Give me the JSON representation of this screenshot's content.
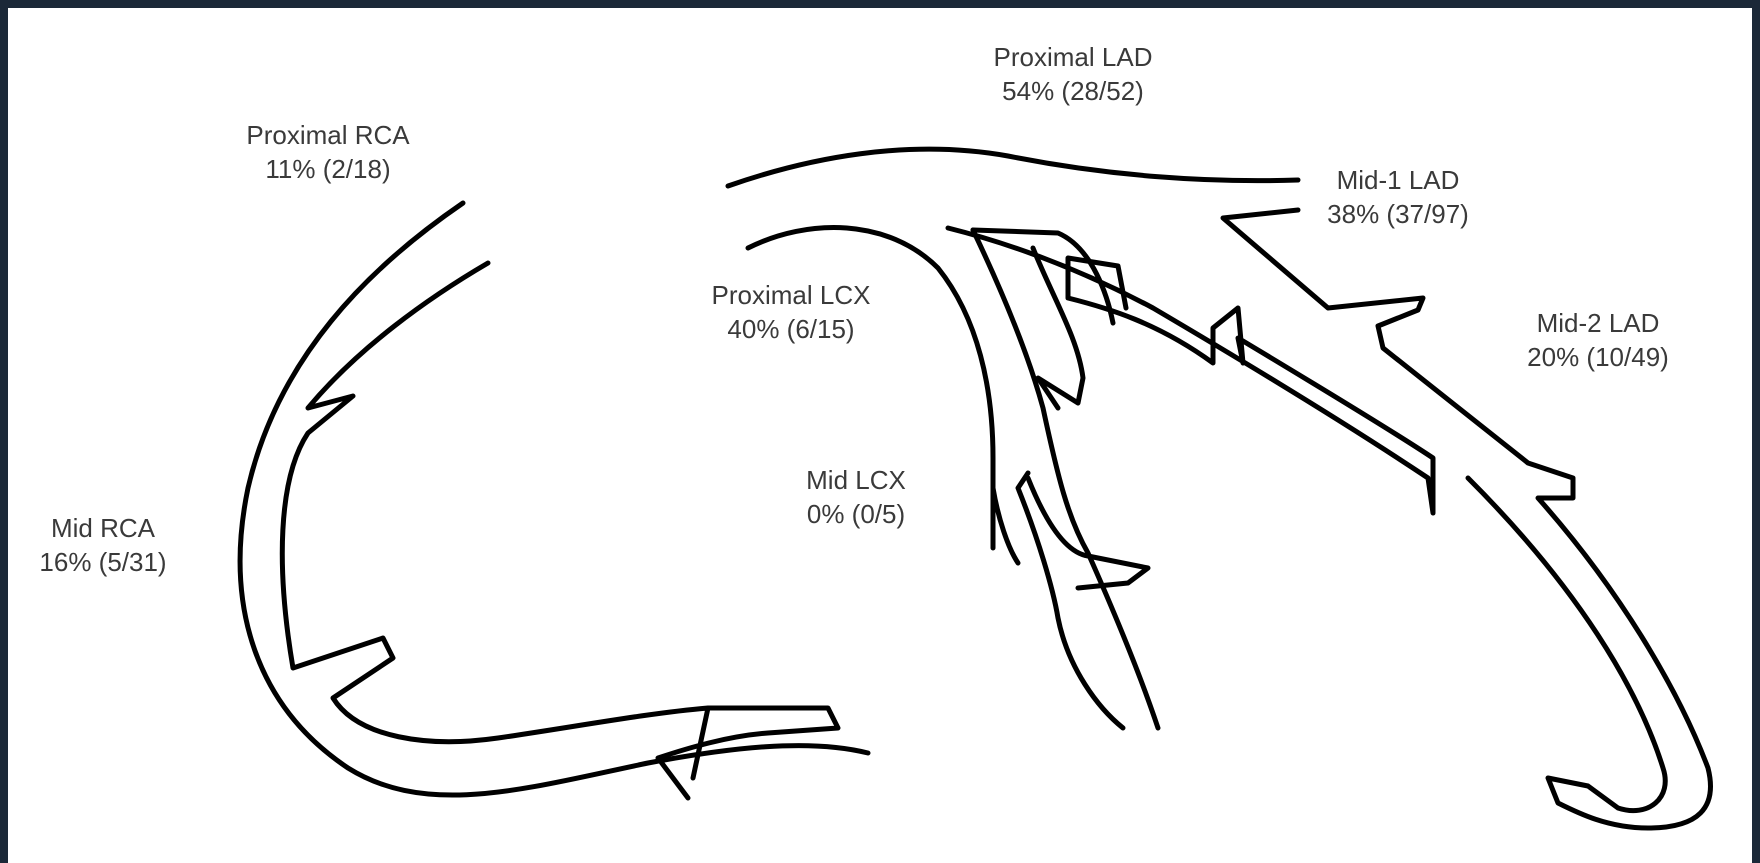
{
  "colors": {
    "frame": "#1b2838",
    "background": "#ffffff",
    "vessel": "#000000",
    "text": "#3a3a3a"
  },
  "segments": [
    {
      "id": "proximal-rca",
      "name": "Proximal RCA",
      "stat": "11% (2/18)"
    },
    {
      "id": "mid-rca",
      "name": "Mid RCA",
      "stat": "16% (5/31)"
    },
    {
      "id": "proximal-lad",
      "name": "Proximal LAD",
      "stat": "54% (28/52)"
    },
    {
      "id": "mid1-lad",
      "name": "Mid-1 LAD",
      "stat": "38% (37/97)"
    },
    {
      "id": "mid2-lad",
      "name": "Mid-2 LAD",
      "stat": "20% (10/49)"
    },
    {
      "id": "proximal-lcx",
      "name": "Proximal LCX",
      "stat": "40% (6/15)"
    },
    {
      "id": "mid-lcx",
      "name": "Mid LCX",
      "stat": "0% (0/5)"
    }
  ]
}
